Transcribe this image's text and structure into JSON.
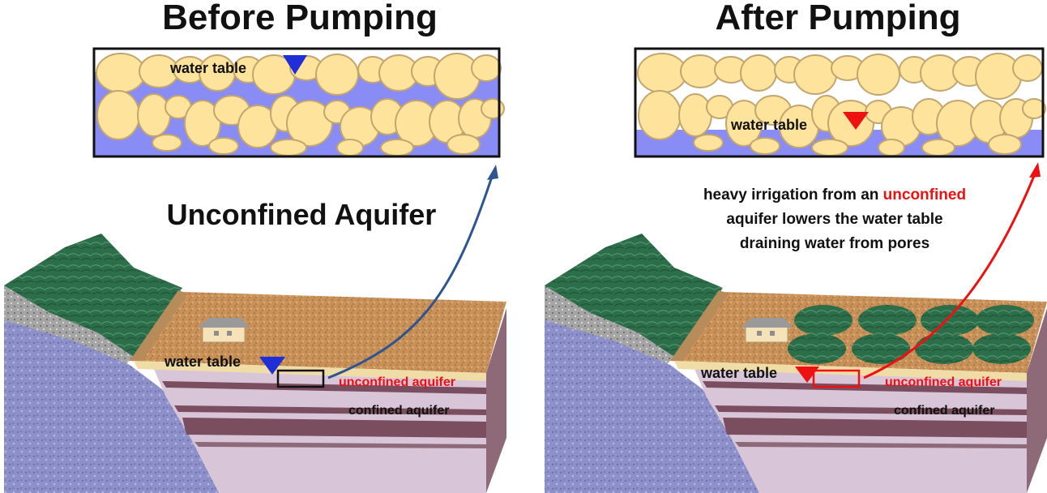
{
  "left_panel": {
    "title": "Before Pumping",
    "subtitle": "Unconfined Aquifer",
    "inset_water_table_label": "water table",
    "water_table_label": "water table",
    "unconfined_label": "unconfined aquifer",
    "confined_label": "confined aquifer"
  },
  "right_panel": {
    "title": "After Pumping",
    "caption": {
      "line1_prefix": "heavy irrigation from an ",
      "line1_highlight": "unconfined",
      "line2": "aquifer lowers the water table",
      "line3": "draining water from pores"
    },
    "inset_water_table_label": "water table",
    "water_table_label": "water table",
    "unconfined_label": "unconfined aquifer",
    "confined_label": "confined aquifer"
  },
  "colors": {
    "grain_fill": "#fde39b",
    "grain_stroke": "#c2a56f",
    "pore_water": "#8a8cf5",
    "soil": "#c8915a",
    "grass": "#2d6e4a",
    "bedrock": "#8e91c9",
    "clay_band": "#7a4e5e",
    "marker_before": "#1f2ed6",
    "marker_after": "#ee1111",
    "arrow_before": "#2e5590",
    "arrow_after": "#ee1111",
    "highlight_text": "#ee1111"
  },
  "icons": [
    "house-icon",
    "water-table-marker-icon",
    "flow-arrow-icon"
  ]
}
